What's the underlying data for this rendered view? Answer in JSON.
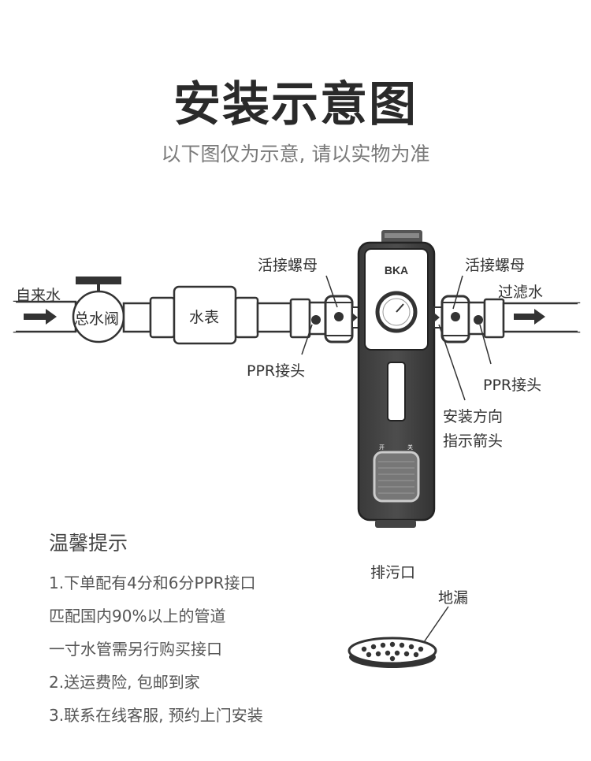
{
  "header": {
    "title": "安装示意图",
    "subtitle": "以下图仅为示意, 请以实物为准"
  },
  "diagram": {
    "inlet_label": "自来水",
    "valve_label": "总水阀",
    "meter_label": "水表",
    "nut_left_label": "活接螺母",
    "nut_right_label": "活接螺母",
    "outlet_label": "过滤水",
    "ppr_left_label": "PPR接头",
    "ppr_right_label": "PPR接头",
    "direction_label_line1": "安装方向",
    "direction_label_line2": "指示箭头",
    "brand": "BKA",
    "switch_open": "开",
    "switch_close": "关",
    "drain_label": "排污口",
    "floor_drain_label": "地漏"
  },
  "tips": {
    "title": "温馨提示",
    "items": [
      "1.下单配有4分和6分PPR接口",
      "匹配国内90%以上的管道",
      "一寸水管需另行购买接口",
      "2.送运费险, 包邮到家",
      "3.联系在线客服, 预约上门安装"
    ]
  }
}
